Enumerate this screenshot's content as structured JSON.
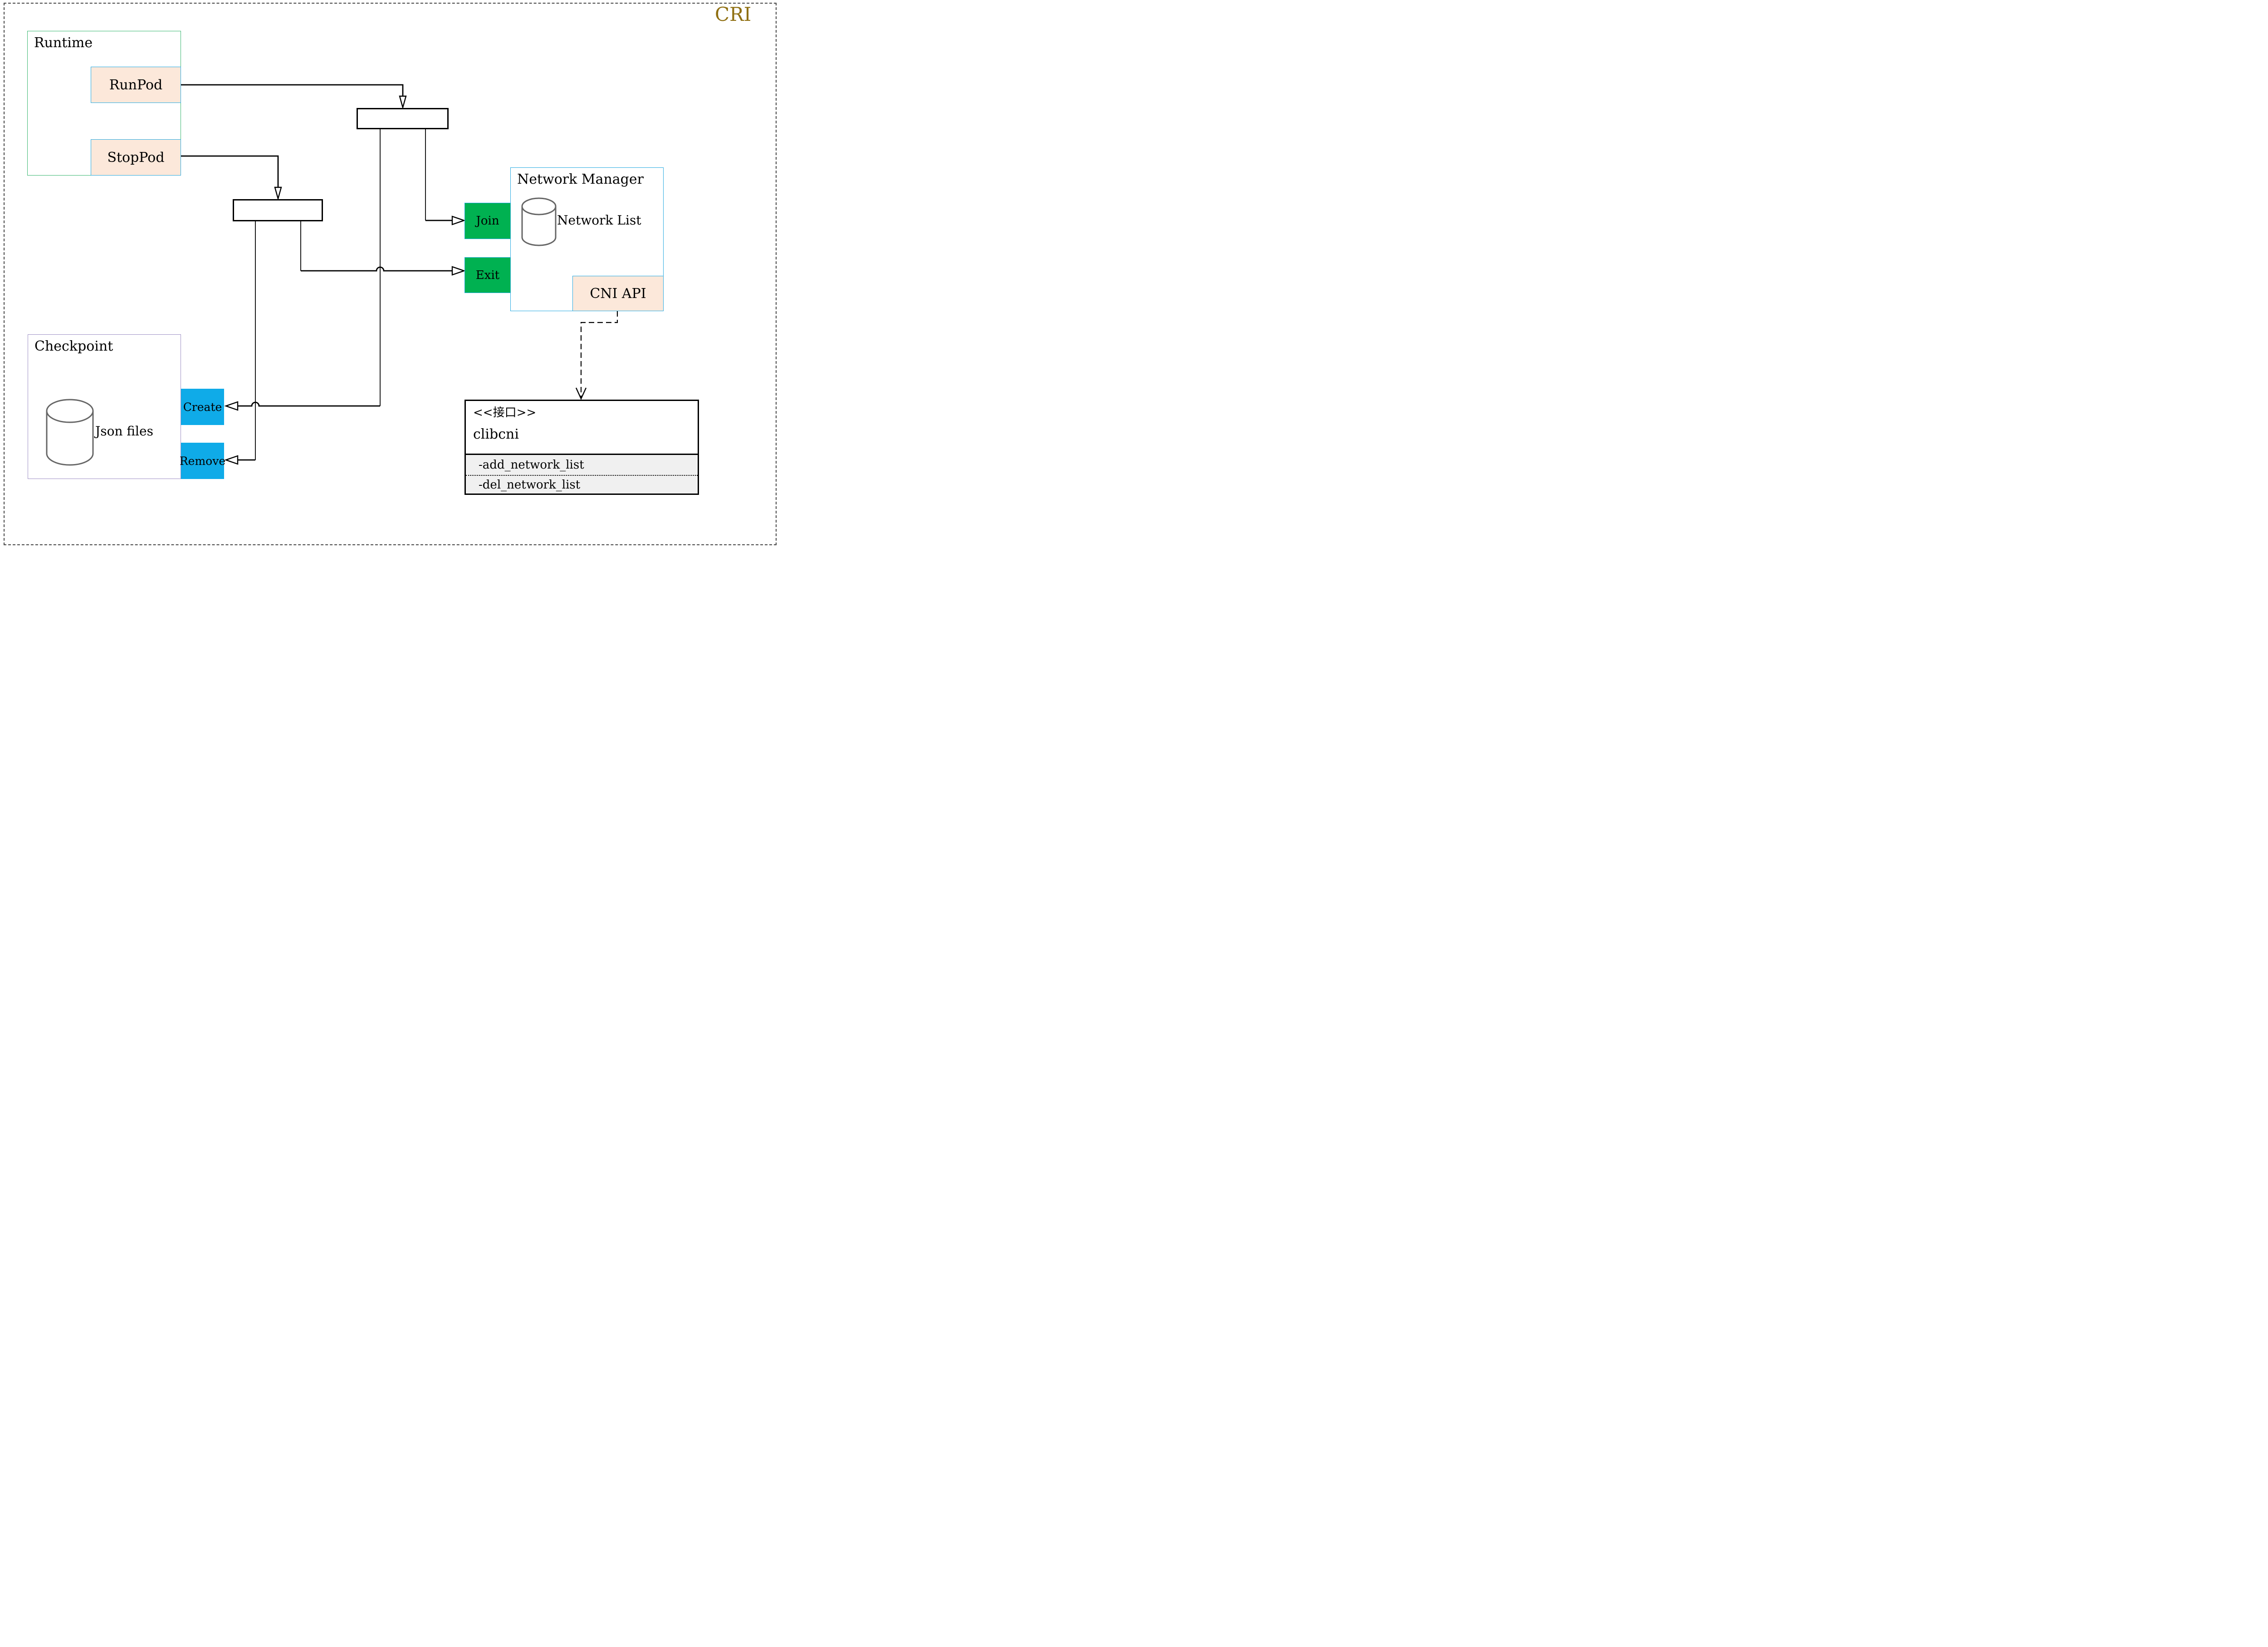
{
  "badge": {
    "label": "CRI"
  },
  "runtime": {
    "title": "Runtime",
    "run_button": "RunPod",
    "stop_button": "StopPod"
  },
  "checkpoint": {
    "title": "Checkpoint",
    "datastore_label": "Json files",
    "datastore_icon": "database-cylinder-icon",
    "create_button": "Create",
    "remove_button": "Remove"
  },
  "network_manager": {
    "title": "Network Manager",
    "datastore_label": "Network List",
    "datastore_icon": "database-cylinder-icon",
    "join_button": "Join",
    "exit_button": "Exit",
    "api_label": "CNI API"
  },
  "clibcni": {
    "stereotype": "<<接口>>",
    "name": "clibcni",
    "method_add": "-add_network_list",
    "method_del": "-del_network_list"
  },
  "colors": {
    "badge_color": "#8f6f11",
    "runtime_border": "#3bb871",
    "checkpoint_border": "#9e90c5",
    "blue_border": "#29abe2",
    "peach_fill": "#fce8da",
    "green_fill": "#00b151",
    "blue_fill": "#0fabe8",
    "methods_bg": "#f0f0f0",
    "line_color": "#000000",
    "cylinder_stroke": "#666666"
  }
}
